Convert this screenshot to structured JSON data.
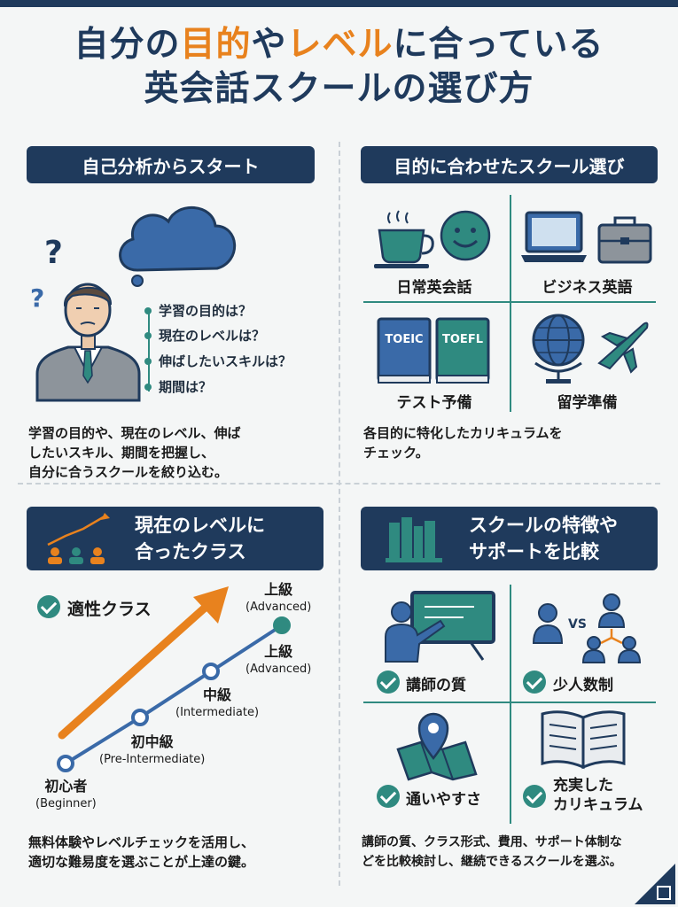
{
  "title": {
    "line1_pre": "自分の",
    "line1_hl1": "目的",
    "line1_mid": "や",
    "line1_hl2": "レベル",
    "line1_post": "に合っている",
    "line2": "英会話スクールの選び方"
  },
  "section1": {
    "header": "自己分析からスタート",
    "questions": [
      "学習の目的は？",
      "現在のレベルは？",
      "伸ばしたいスキルは？",
      "期間は？"
    ],
    "body": [
      "学習の目的や、現在のレベル、伸ば",
      "したいスキル、期間を把握し、",
      "自分に合うスクールを絞り込む。"
    ]
  },
  "section2": {
    "header": "目的に合わせたスクール選び",
    "items": [
      {
        "label": "日常英会話",
        "icon": "teacup-smiley-icon"
      },
      {
        "label": "ビジネス英語",
        "icon": "laptop-briefcase-icon"
      },
      {
        "label": "テスト予備",
        "icon": "test-books-icon",
        "book1": "TOEIC",
        "book2": "TOEFL"
      },
      {
        "label": "留学準備",
        "icon": "globe-airplane-icon"
      }
    ],
    "body": [
      "各目的に特化したカリキュラムを",
      "チェック。"
    ]
  },
  "section3": {
    "header": [
      "現在のレベルに",
      "合ったクラス"
    ],
    "badge": "適性クラス",
    "levels": [
      {
        "name": "初心者",
        "en": "(Beginner)"
      },
      {
        "name": "初中級",
        "en": "(Pre-Intermediate)"
      },
      {
        "name": "中級",
        "en": "(Intermediate)"
      },
      {
        "name": "上級",
        "en": "(Advanced)"
      },
      {
        "name": "上級",
        "en": "(Advanced)"
      }
    ],
    "body": [
      "無料体験やレベルチェックを活用し、",
      "適切な難易度を選ぶことが上達の鍵。"
    ]
  },
  "section4": {
    "header": [
      "スクールの特徴や",
      "サポートを比較"
    ],
    "items": [
      {
        "label": "講師の質",
        "icon": "teacher-board-icon"
      },
      {
        "label": "少人数制",
        "icon": "small-group-icon",
        "vs": "VS"
      },
      {
        "label": "通いやすさ",
        "icon": "map-pin-icon"
      },
      {
        "label": "充実した\nカリキュラム",
        "label1": "充実した",
        "label2": "カリキュラム",
        "icon": "open-book-icon"
      }
    ],
    "body": [
      "講師の質、クラス形式、費用、サポート体制な",
      "どを比較検討し、継続できるスクールを選ぶ。"
    ]
  },
  "colors": {
    "navy": "#1f3a5c",
    "orange": "#e8821e",
    "teal": "#2f8a80",
    "blue": "#3a6aa8"
  }
}
